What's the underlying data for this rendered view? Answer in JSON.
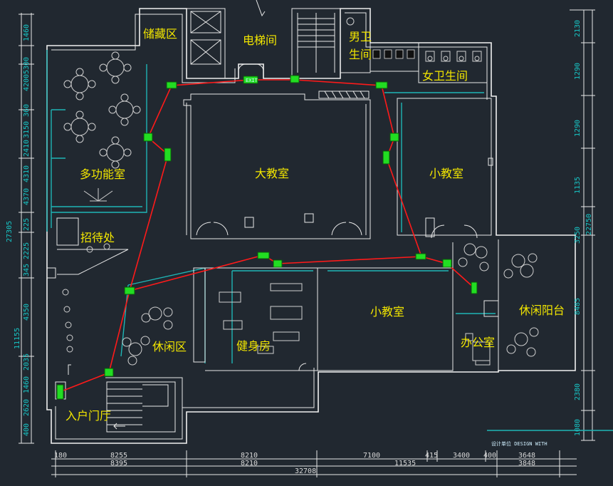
{
  "rooms": {
    "storage": "储藏区",
    "elevator": "电梯间",
    "mens_wc_1": "男卫",
    "mens_wc_2": "生间",
    "womens_wc": "女卫生间",
    "multi_room": "多功能室",
    "big_classroom": "大教室",
    "small_classroom_a": "小教室",
    "reception": "招待处",
    "leisure_area": "休闲区",
    "gym": "健身房",
    "small_classroom_b": "小教室",
    "office": "办公室",
    "leisure_balcony": "休闲阳台",
    "entrance_hall": "入户门厅"
  },
  "signs": {
    "exit": "EXIT"
  },
  "title_block": {
    "label": "设计单位 DESIGN WITH"
  },
  "dimensions": {
    "bottom_row1": [
      "180",
      "8255",
      "8210",
      "7100",
      "415",
      "3400",
      "400",
      "3648"
    ],
    "bottom_row2": [
      "8395",
      "8210",
      "11535",
      "3848"
    ],
    "bottom_total": "32708",
    "left_col": [
      "1460",
      "5300",
      "4200",
      "3150",
      "2410",
      "360",
      "4310",
      "4370",
      "225",
      "2225",
      "345",
      "4350",
      "11155",
      "2035",
      "1460",
      "2620",
      "400"
    ],
    "left_total": "27305",
    "right_col": [
      "2130",
      "1290",
      "1290",
      "1135",
      "3250",
      "8485",
      "2380",
      "1080"
    ],
    "right_total": "22750"
  }
}
